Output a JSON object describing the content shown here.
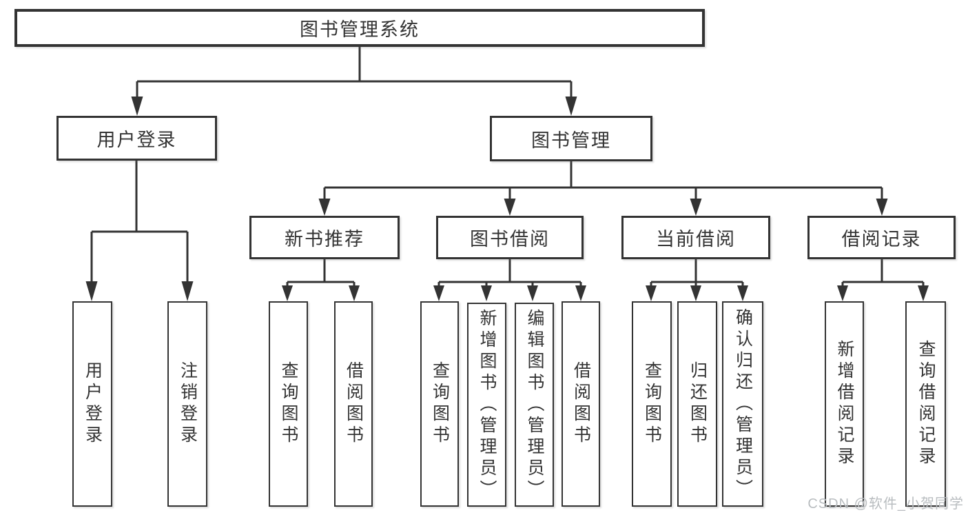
{
  "watermark": "CSDN @软件_小贺同学",
  "nodes": {
    "root": {
      "label": "图书管理系统"
    },
    "user_login": {
      "label": "用户登录"
    },
    "book_mgmt": {
      "label": "图书管理"
    },
    "ul_login": {
      "label": "用户登录"
    },
    "ul_logout": {
      "label": "注销登录"
    },
    "new_book_rec": {
      "label": "新书推荐"
    },
    "book_borrow": {
      "label": "图书借阅"
    },
    "current_borrow": {
      "label": "当前借阅"
    },
    "borrow_records": {
      "label": "借阅记录"
    },
    "nb_query": {
      "label": "查询图书"
    },
    "nb_borrow": {
      "label": "借阅图书"
    },
    "bb_query": {
      "label": "查询图书"
    },
    "bb_add": {
      "label": "新增图书（管理员）"
    },
    "bb_edit": {
      "label": "编辑图书（管理员）"
    },
    "bb_borrow": {
      "label": "借阅图书"
    },
    "cb_query": {
      "label": "查询图书"
    },
    "cb_return": {
      "label": "归还图书"
    },
    "cb_confirm": {
      "label": "确认归还（管理员）"
    },
    "br_add": {
      "label": "新增借阅记录"
    },
    "br_query": {
      "label": "查询借阅记录"
    }
  },
  "colors": {
    "line": "#333333",
    "box_bg": "#ffffff",
    "watermark": "#b9bdc0"
  }
}
